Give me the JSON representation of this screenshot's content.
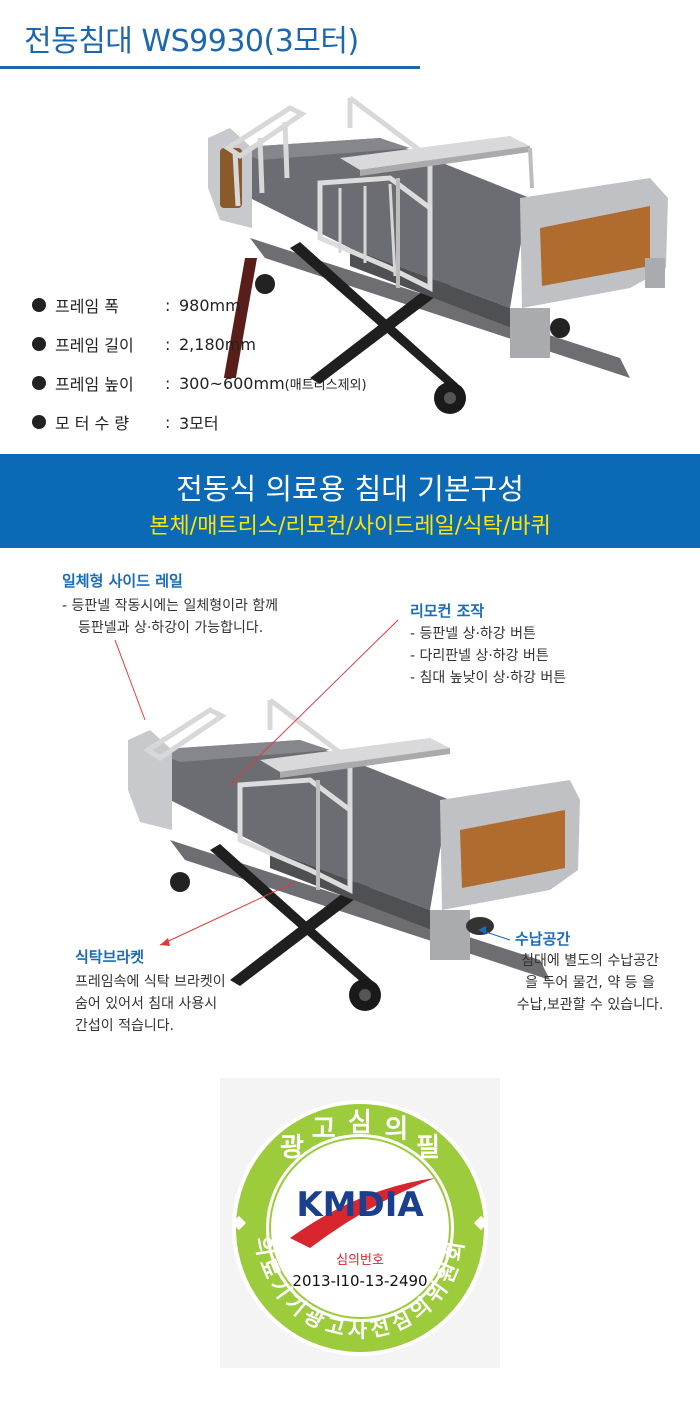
{
  "header": {
    "title": "전동침대 WS9930(3모터)"
  },
  "specs": [
    {
      "label": "프레임 폭",
      "value": "980mm",
      "note": ""
    },
    {
      "label": "프레임 길이",
      "value": "2,180mm",
      "note": ""
    },
    {
      "label": "프레임 높이",
      "value": "300~600mm",
      "note": "(매트리스제외)"
    },
    {
      "label": "모 터 수 량",
      "value": "3모터",
      "note": ""
    }
  ],
  "banner": {
    "title": "전동식 의료용 침대 기본구성",
    "subtitle": "본체/매트리스/리모컨/사이드레일/식탁/바퀴"
  },
  "callouts": {
    "side_rail": {
      "title": "일체형 사이드 레일",
      "lines": [
        "- 등판넬 작동시에는 일체형이라 함께",
        "등판넬과 상·하강이 가능합니다."
      ]
    },
    "remote": {
      "title": "리모컨 조작",
      "lines": [
        "- 등판넬 상·하강 버튼",
        "- 다리판넬 상·하강 버튼",
        "- 침대 높낮이 상·하강 버튼"
      ]
    },
    "table_bracket": {
      "title": "식탁브라켓",
      "lines": [
        "프레임속에 식탁 브라켓이",
        "숨어 있어서 침대 사용시",
        "간섭이 적습니다."
      ]
    },
    "storage": {
      "title": "수납공간",
      "lines": [
        "침대에 별도의 수납공간",
        "을 두어 물건, 약 등 을",
        "수납,보관할 수 있습니다."
      ]
    }
  },
  "seal": {
    "top_text": "광고심의필",
    "brand": "KMDIA",
    "label": "심의번호",
    "number": "2013-I10-13-2490",
    "bottom_text": "의료기기광고사전심의위원회"
  },
  "colors": {
    "title_blue": "#1d67b0",
    "banner_blue": "#0b69b5",
    "banner_yellow": "#ffe600",
    "callout_blue": "#1a6db8",
    "seal_green": "#9ccb3b",
    "brand_blue": "#1a3f8f",
    "brand_red": "#d9262e"
  }
}
